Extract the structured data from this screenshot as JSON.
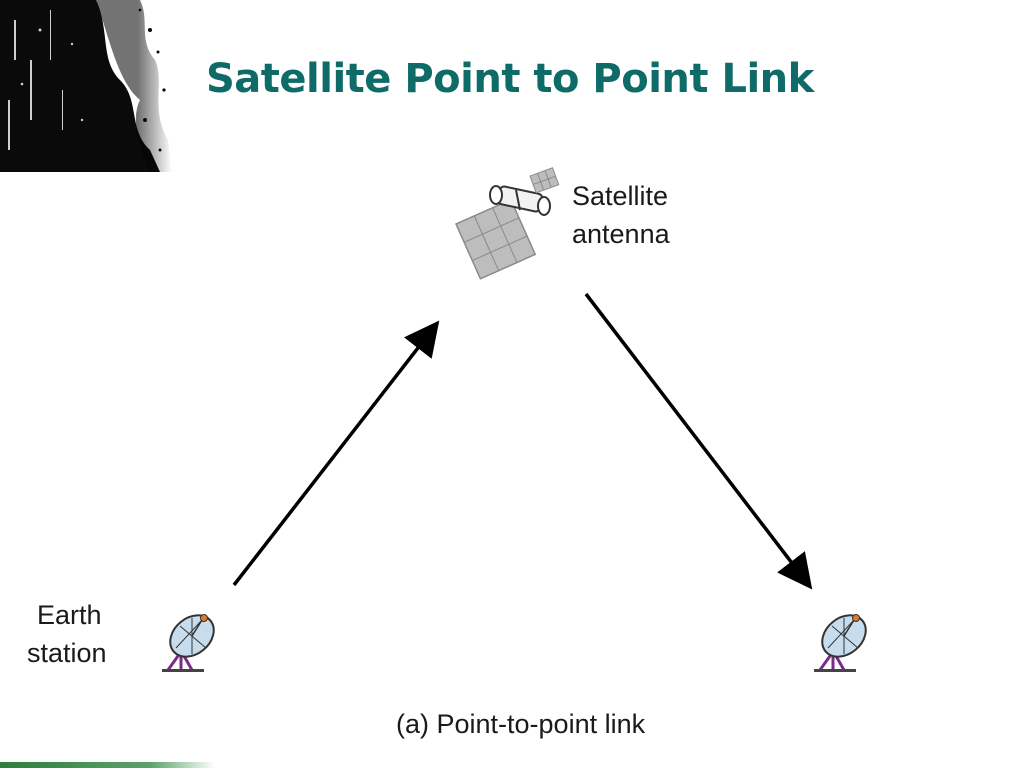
{
  "slide": {
    "title": "Satellite Point to Point Link"
  },
  "diagram": {
    "satellite_label": [
      "Satellite",
      "antenna"
    ],
    "earth_station_label": [
      "Earth",
      "station"
    ],
    "caption": "(a) Point-to-point link",
    "links": [
      {
        "from": "earth-station",
        "to": "satellite",
        "direction": "uplink"
      },
      {
        "from": "satellite",
        "to": "receiving-station",
        "direction": "downlink"
      }
    ]
  },
  "colors": {
    "title": "#0e6b68",
    "accent_green": "#2f7d3a",
    "dish_blue": "#c7dcec",
    "dish_mount": "#7a2a8a"
  }
}
